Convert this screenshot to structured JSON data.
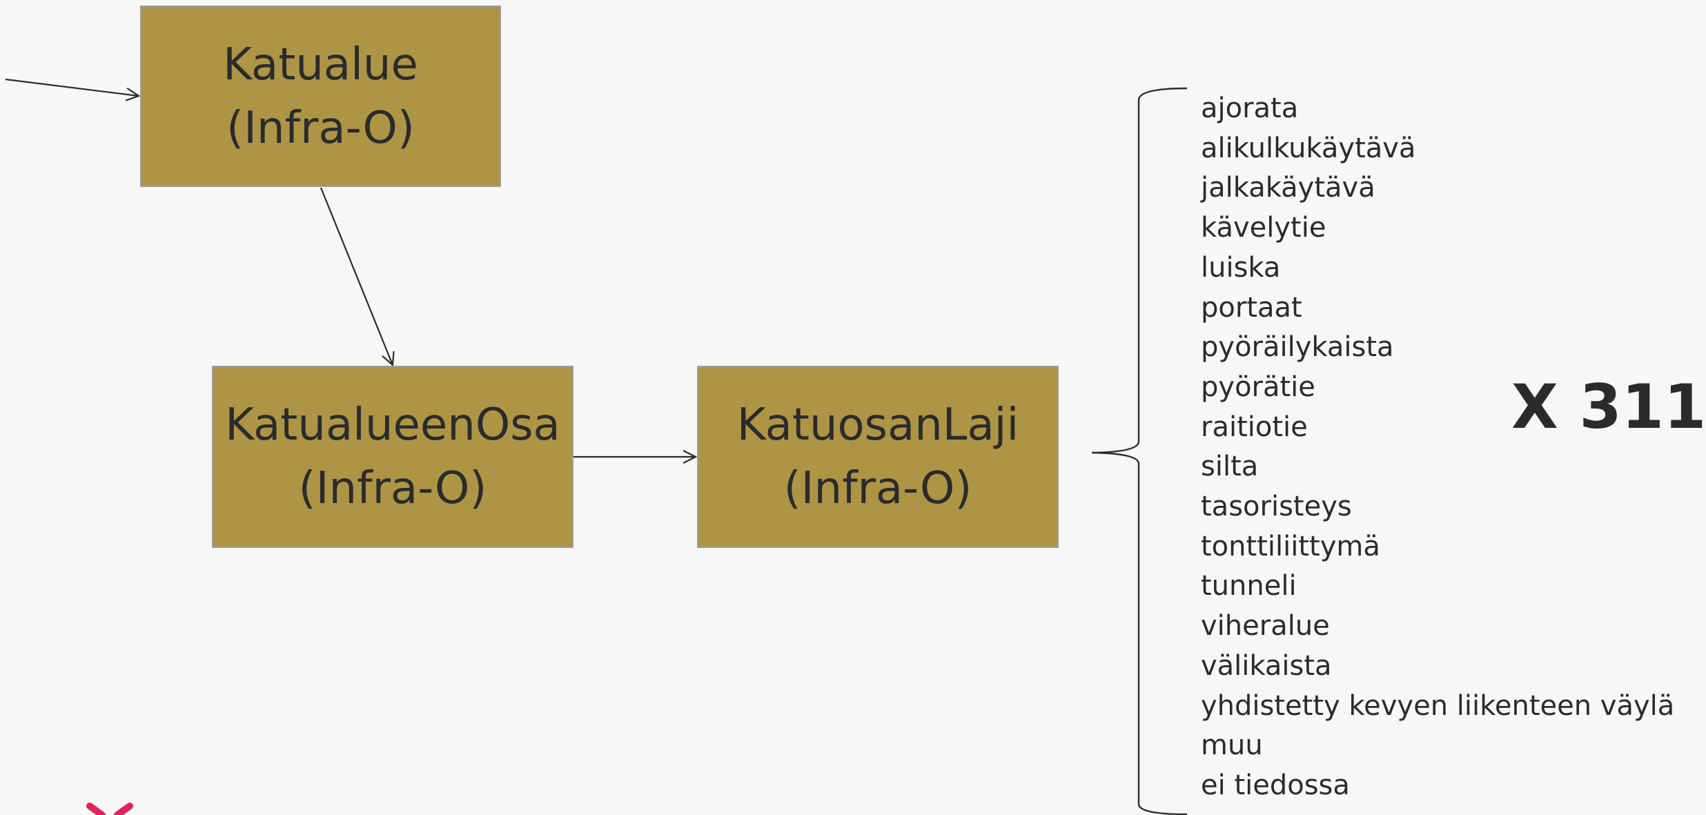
{
  "boxes": {
    "katualue": {
      "name": "Katualue",
      "subtitle": "(Infra-O)"
    },
    "katualueenosa": {
      "name": "KatualueenOsa",
      "subtitle": "(Infra-O)"
    },
    "katuosanlaji": {
      "name": "KatuosanLaji",
      "subtitle": "(Infra-O)"
    }
  },
  "value_list": [
    "ajorata",
    "alikulkukäytävä",
    "jalkakäytävä",
    "kävelytie",
    "luiska",
    "portaat",
    "pyöräilykaista",
    "pyörätie",
    "raitiotie",
    "silta",
    "tasoristeys",
    "tonttiliittymä",
    "tunneli",
    "viheralue",
    "välikaista",
    "yhdistetty kevyen liikenteen väylä",
    "muu",
    "ei tiedossa"
  ],
  "multiplier_label": "X 311",
  "colors": {
    "box_fill": "#ae9546",
    "box_border": "#9d9d9d",
    "background": "#f7f7f7",
    "text": "#2b2b2b",
    "logo_accent": "#e0245e"
  },
  "icons": {
    "logo": "pink-x-logo-mark"
  }
}
